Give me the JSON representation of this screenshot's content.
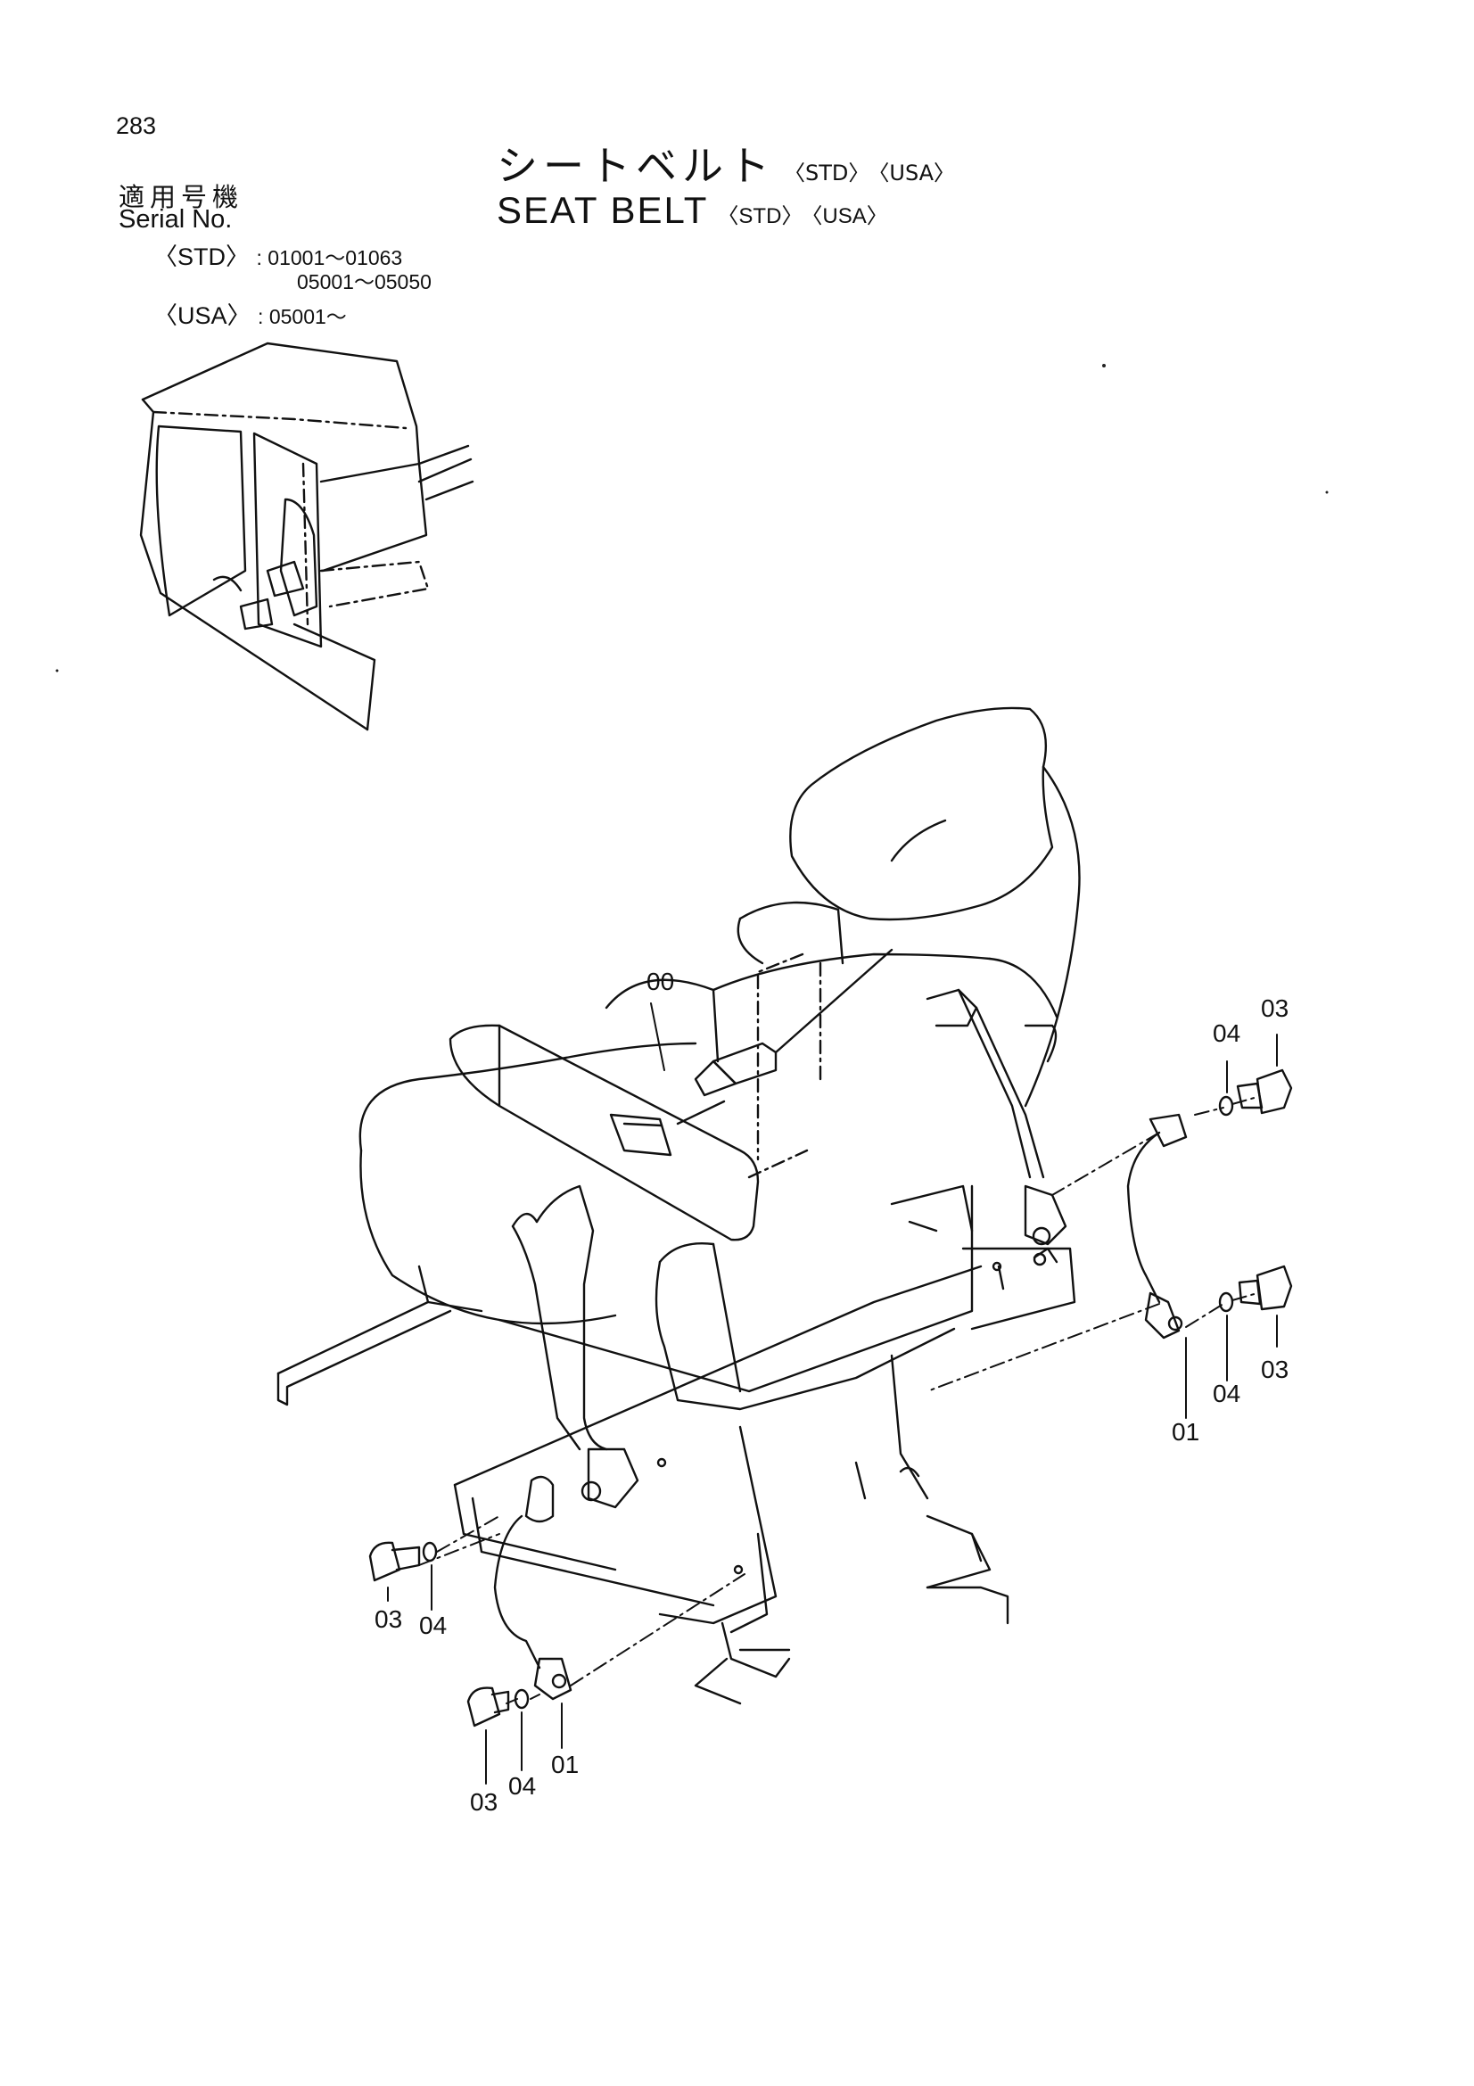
{
  "page_number": "283",
  "title": {
    "jp": "シートベルト",
    "en": "SEAT BELT",
    "tag_std": "〈STD〉",
    "tag_usa": "〈USA〉"
  },
  "serial": {
    "label_jp": "適用号機",
    "label_en": "Serial No.",
    "std_code": "〈STD〉",
    "std_range_1": ": 01001～01063",
    "std_range_2": "05001～05050",
    "usa_code": "〈USA〉",
    "usa_range": ": 05001～"
  },
  "callouts": [
    {
      "id": "00",
      "label": "00"
    },
    {
      "id": "04a",
      "label": "04"
    },
    {
      "id": "03a",
      "label": "03"
    },
    {
      "id": "04b",
      "label": "04"
    },
    {
      "id": "03b",
      "label": "03"
    },
    {
      "id": "01a",
      "label": "01"
    },
    {
      "id": "03c",
      "label": "03"
    },
    {
      "id": "04c",
      "label": "04"
    },
    {
      "id": "03d",
      "label": "03"
    },
    {
      "id": "04d",
      "label": "04"
    },
    {
      "id": "01b",
      "label": "01"
    }
  ]
}
